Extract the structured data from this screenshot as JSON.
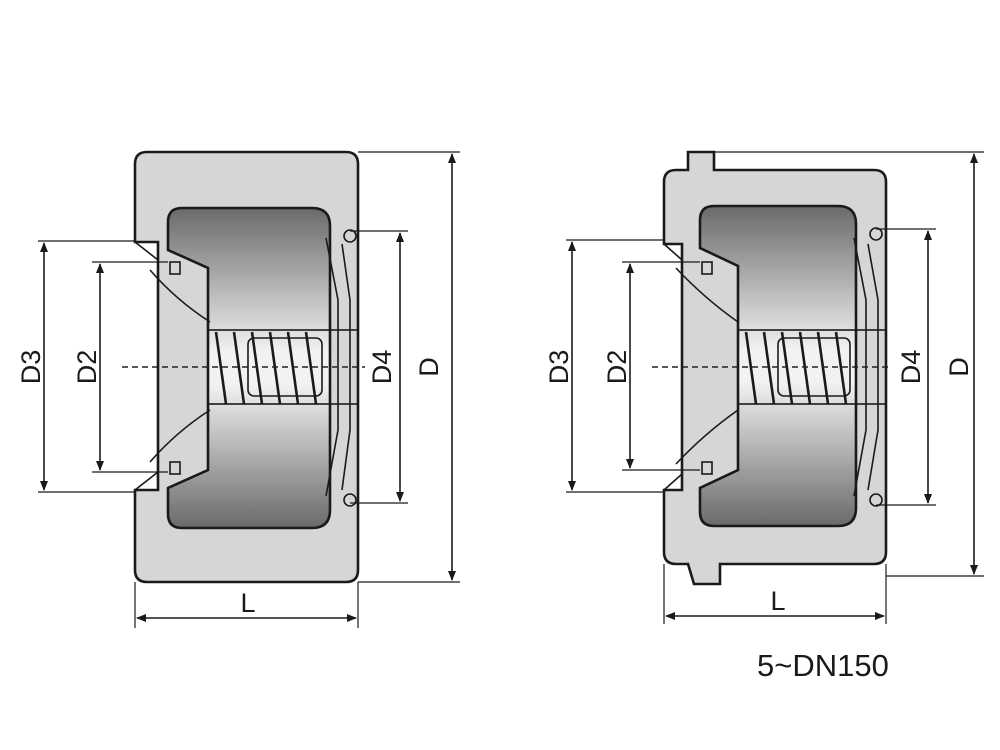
{
  "colors": {
    "ink": "#1a1a1a",
    "body_fill": "#d4d4d4",
    "disc_fill": "#7a7a7a"
  },
  "left_view": {
    "label_D": "D",
    "label_D2": "D2",
    "label_D3": "D3",
    "label_D4": "D4",
    "label_L": "L"
  },
  "right_view": {
    "label_D": "D",
    "label_D2": "D2",
    "label_D3": "D3",
    "label_D4": "D4",
    "label_L": "L"
  },
  "caption": "5~DN150"
}
